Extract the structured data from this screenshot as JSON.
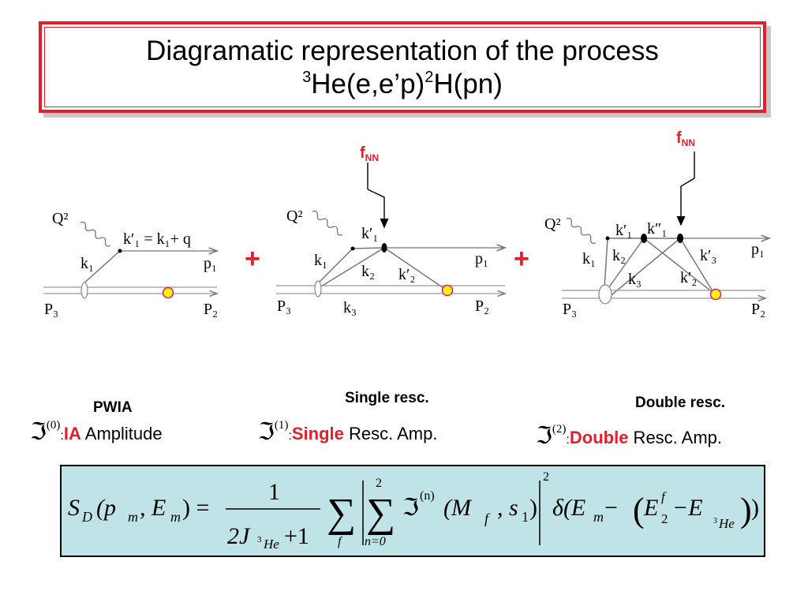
{
  "title": {
    "line1": "Diagramatic representation of the process",
    "line2": {
      "sup_a": "3",
      "part_a": "He(e,e’p)",
      "sup_b": "2",
      "part_b": "H(pn)"
    }
  },
  "diagrams": {
    "pwia": {
      "Q": "Q²",
      "k_eq": "k′₁ = k₁+ q",
      "k1": "k₁",
      "p1": "p₁",
      "P3": "P₃",
      "P2": "P₂"
    },
    "single": {
      "fnn": "f",
      "fnn_sub": "NN",
      "Q": "Q²",
      "k1p": "k′₁",
      "k1": "k₁",
      "k2": "k₂",
      "k2p": "k′₂",
      "p1": "p₁",
      "P3": "P₃",
      "k3": "k₃",
      "P2": "P₂"
    },
    "double": {
      "fnn": "f",
      "fnn_sub": "NN",
      "Q": "Q²",
      "k1p": "k′₁",
      "k1pp": "k″₁",
      "k1": "k₁",
      "k2": "k₂",
      "k3": "k₃",
      "k3p": "k′₃",
      "k2p": "k′₂",
      "p1": "p₁",
      "P3": "P₃",
      "P2": "P₂"
    },
    "plus": "+"
  },
  "labels": {
    "pwia": "PWIA",
    "single": "Single resc.",
    "double": "Double resc."
  },
  "amplitudes": {
    "a0": {
      "symbol": "ℑ",
      "sup": "(0)",
      "colon": ":",
      "red": "IA",
      "rest": " Amplitude"
    },
    "a1": {
      "symbol": "ℑ",
      "sup": "(1)",
      "colon": ":",
      "red": "Single",
      "rest": " Resc. Amp."
    },
    "a2": {
      "symbol": "ℑ",
      "sup": "(2)",
      "colon": ":",
      "red": "Double",
      "rest": " Resc. Amp."
    }
  },
  "formula": {
    "S": "S",
    "D": "D",
    "args": "(p",
    "m1": "m",
    "comma": ", E",
    "m2": "m",
    "close": ") =",
    "num": "1",
    "den_a": "2J",
    "den_sup": "3",
    "den_sub": "He",
    "den_b": "+1",
    "sum_f": "f",
    "sum_top": "2",
    "sum_bot": "n=0",
    "frak": "ℑ",
    "frak_sup": "(n)",
    "inner": "(M",
    "inner_f": "f",
    "inner_b": ", s",
    "inner_1": "1",
    "inner_c": ")",
    "abs_sup": "2",
    "delta": "δ(E",
    "delta_m": "m",
    "delta_b": " −",
    "E2": "E",
    "E2_sup": "f",
    "E2_sub": "2",
    "minus": "−E",
    "He_sup": "3",
    "He_sub": "He"
  },
  "colors": {
    "accent_red": "#e0202a",
    "formula_bg": "#bfe3e6",
    "nucleon_yellow": "#fff200",
    "nucleon_ring": "#d01a8c"
  }
}
